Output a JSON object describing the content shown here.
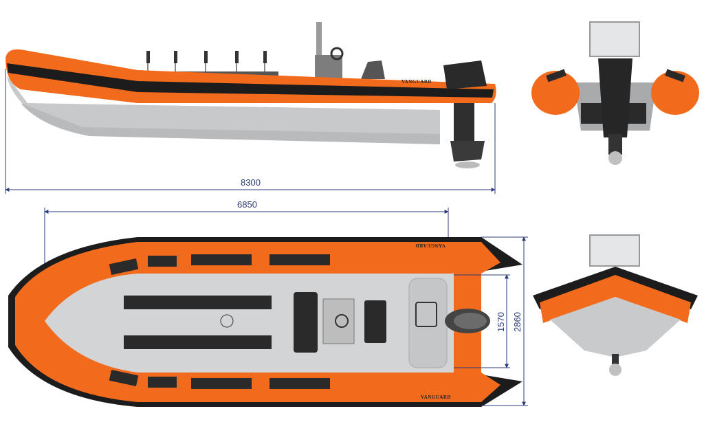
{
  "brand": "VANGUARD",
  "dimensions": {
    "overall_length": "8300",
    "tube_length": "6850",
    "inner_width": "1570",
    "overall_width": "2860"
  },
  "colors": {
    "tube": "#f26a1b",
    "rubbing_strake": "#1c1c1c",
    "hull": "#c9cacc",
    "deck": "#d6d7d9",
    "dimension_line": "#2b3a7a"
  }
}
